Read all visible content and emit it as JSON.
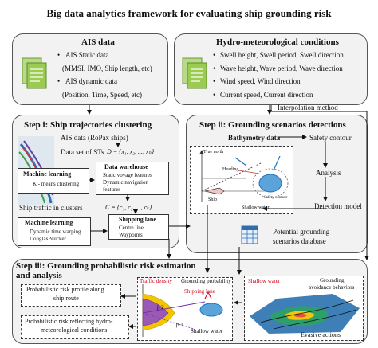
{
  "title": "Big data analytics framework for evaluating ship grounding risk",
  "ais": {
    "heading": "AIS data",
    "items": [
      "AIS Static data",
      "(MMSI, IMO, Ship length, etc)",
      "AIS dynamic data",
      "(Position, Time, Speed,  etc)"
    ]
  },
  "hydro": {
    "heading": "Hydro-meteorological conditions",
    "items": [
      "Swell height, Swell period, Swell direction",
      "Wave height, Wave period, Wave direction",
      "Wind speed, Wind direction",
      "Current speed, Current direction"
    ],
    "interpolation": "Interpolation method"
  },
  "step1": {
    "heading": "Step i: Ship trajectories clustering",
    "ais_ropax": "AIS data (RoPax ships)",
    "dataset": "Data set of STs",
    "dataset_formula": "D = {x₁, x₂, ..., xₙ}",
    "ml1": {
      "title": "Machine learning",
      "items": [
        "K - means clustering"
      ]
    },
    "warehouse": {
      "title": "Data warehouse",
      "items": [
        "Static voyage features",
        "Dynamic navigation",
        "features"
      ]
    },
    "clusters": "Ship traffic in clusters",
    "clusters_formula": "C = {c₁, c₂, ..., cₖ}",
    "ml2": {
      "title": "Machine learning",
      "items": [
        "Dynamic time warping",
        "DouglasPeucker"
      ]
    },
    "lane": {
      "title": "Shipping lane",
      "items": [
        "Centre line",
        "Waypoints"
      ]
    }
  },
  "step2": {
    "heading": "Step ii: Grounding scenarios detections",
    "bathymetry": "Bathymetry data",
    "safety": "Safety contour",
    "analysis": "Analysis",
    "detection": "Detection model",
    "diagram": {
      "true_north": "True north",
      "heading": "Heading",
      "ship": "Ship",
      "shallow": "Shallow water",
      "safety_contour": "Safety contour"
    },
    "database": [
      "Potential grounding",
      "scenarios database"
    ]
  },
  "step3": {
    "heading": [
      "Step iii: Grounding probabilistic risk estimation",
      "and analysis"
    ],
    "profile": [
      "Probabilistic risk profile along",
      "ship route"
    ],
    "hydro_risk": [
      "Probabilistic risk reflecting hydro-",
      "meteorological conditions"
    ],
    "traffic_density": "Traffic density",
    "grounding_probability": "Grounding probability",
    "shipping_lane": "Shipping lane",
    "shallow_water": "Shallow water",
    "beta2": "β 2",
    "beta1": "β 1",
    "shallow_water_red": "Shallow water",
    "avoidance": [
      "Grounding",
      "avoidance behaviors"
    ],
    "evasive": "Evasive actions"
  },
  "colors": {
    "panel": "#f2f2f2",
    "doc_green": "#8dc63f",
    "red_label": "#d0021b",
    "purple": "#7b2ea3",
    "blue_ship": "#1e73be"
  }
}
